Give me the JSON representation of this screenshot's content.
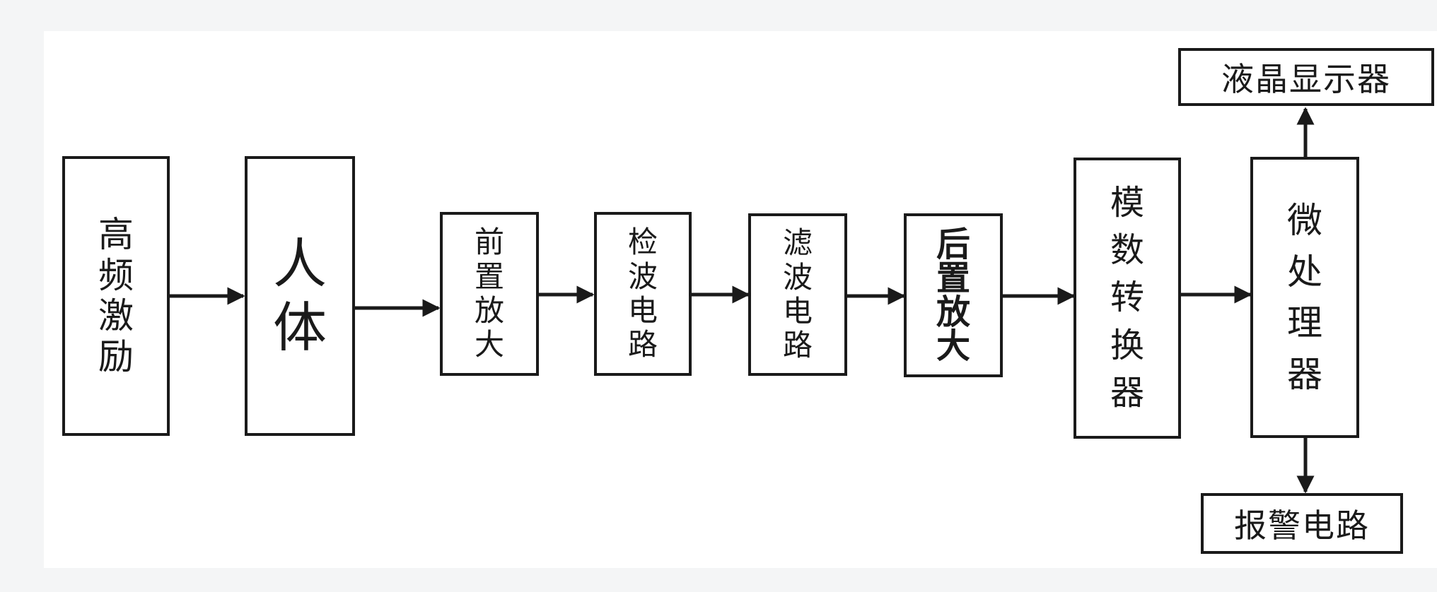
{
  "blocks": {
    "high_freq_excitation": "高频激励",
    "human_body": "人体",
    "pre_amplifier": "前置放大",
    "detector_circuit": "检波电路",
    "filter_circuit": "滤波电路",
    "post_amplifier": "后置放大",
    "adc": "模数转换器",
    "microprocessor": "微处理器",
    "lcd_display": "液晶显示器",
    "alarm_circuit": "报警电路"
  },
  "colors": {
    "line": "#1a1a1a",
    "box_fill": "#ffffff",
    "page": "#f4f5f6"
  }
}
